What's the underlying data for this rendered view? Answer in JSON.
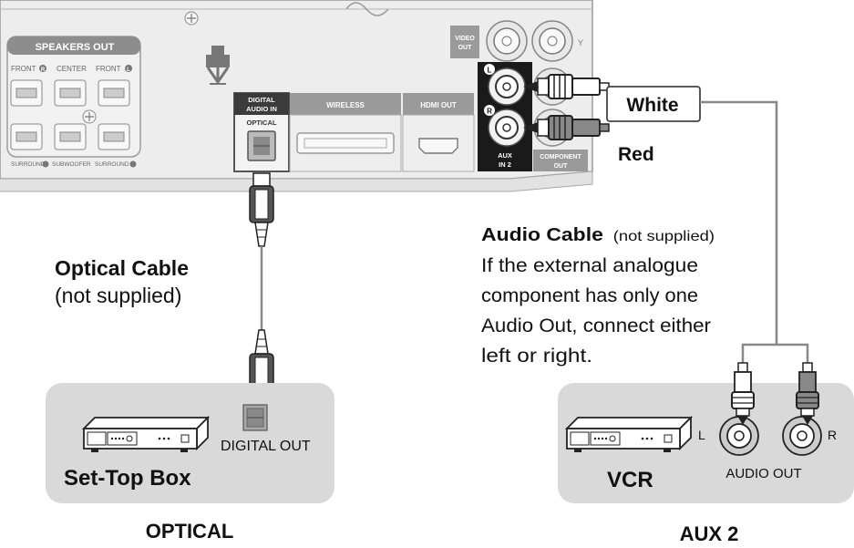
{
  "receiver": {
    "speakers_out": "SPEAKERS OUT",
    "front_r": "FRONT",
    "center": "CENTER",
    "front_l": "FRONT",
    "surround_r": "SURROUND",
    "subwoofer": "SUBWOOFER",
    "surround_l": "SURROUND",
    "badge_r": "R",
    "badge_l": "L",
    "digital_audio_in_1": "DIGITAL",
    "digital_audio_in_2": "AUDIO IN",
    "optical_port": "OPTICAL",
    "wireless": "WIRELESS",
    "hdmi_out": "HDMI OUT",
    "video_out_1": "VIDEO",
    "video_out_2": "OUT",
    "aux_in_1": "AUX",
    "aux_in_2": "IN 2",
    "component_out_1": "COMPONENT",
    "component_out_2": "OUT",
    "jack_y": "Y",
    "jack_l": "L",
    "jack_r": "R"
  },
  "labels": {
    "white": "White",
    "red": "Red",
    "optical_cable_title": "Optical Cable",
    "optical_cable_note": "(not supplied)",
    "audio_cable_title": "Audio Cable",
    "audio_cable_note": "(not supplied)",
    "audio_desc_1": "If the external analogue",
    "audio_desc_2": "component has only one",
    "audio_desc_3": "Audio Out, connect either",
    "audio_desc_4": "left or right."
  },
  "set_top_box": {
    "name": "Set-Top Box",
    "port": "DIGITAL OUT",
    "caption": "OPTICAL"
  },
  "vcr": {
    "name": "VCR",
    "port": "AUDIO OUT",
    "left": "L",
    "right": "R",
    "caption": "AUX 2"
  },
  "colors": {
    "panel": "#ececec",
    "panel_stroke": "#9a9a9a",
    "box": "#d9d9d9",
    "aux_bg": "#1a1a1a",
    "text": "#111111"
  }
}
